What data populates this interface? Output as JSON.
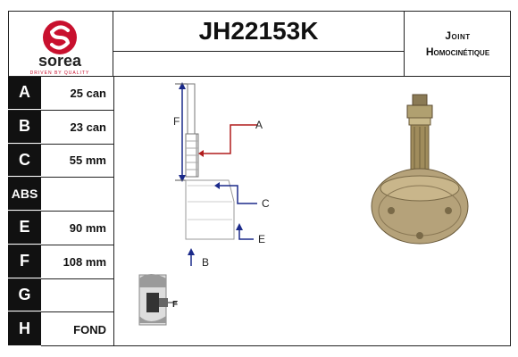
{
  "brand": {
    "name": "sorea",
    "tagline": "DRIVEN BY QUALITY",
    "color": "#c8102e"
  },
  "header": {
    "part_number": "JH22153K",
    "type_line1": "Joint",
    "type_line2": "Homocinétique"
  },
  "specs": [
    {
      "key": "A",
      "value": "25 can"
    },
    {
      "key": "B",
      "value": "23 can"
    },
    {
      "key": "C",
      "value": "55 mm"
    },
    {
      "key": "ABS",
      "value": ""
    },
    {
      "key": "E",
      "value": "90 mm"
    },
    {
      "key": "F",
      "value": "108 mm"
    },
    {
      "key": "G",
      "value": ""
    },
    {
      "key": "H",
      "value": "FOND"
    }
  ],
  "diagram": {
    "labels": {
      "A": "A",
      "B": "B",
      "C": "C",
      "E": "E",
      "F": "F",
      "F_small": "F"
    },
    "colors": {
      "arrow_a": "#b01c1c",
      "arrow_other": "#1b2a8a"
    }
  }
}
